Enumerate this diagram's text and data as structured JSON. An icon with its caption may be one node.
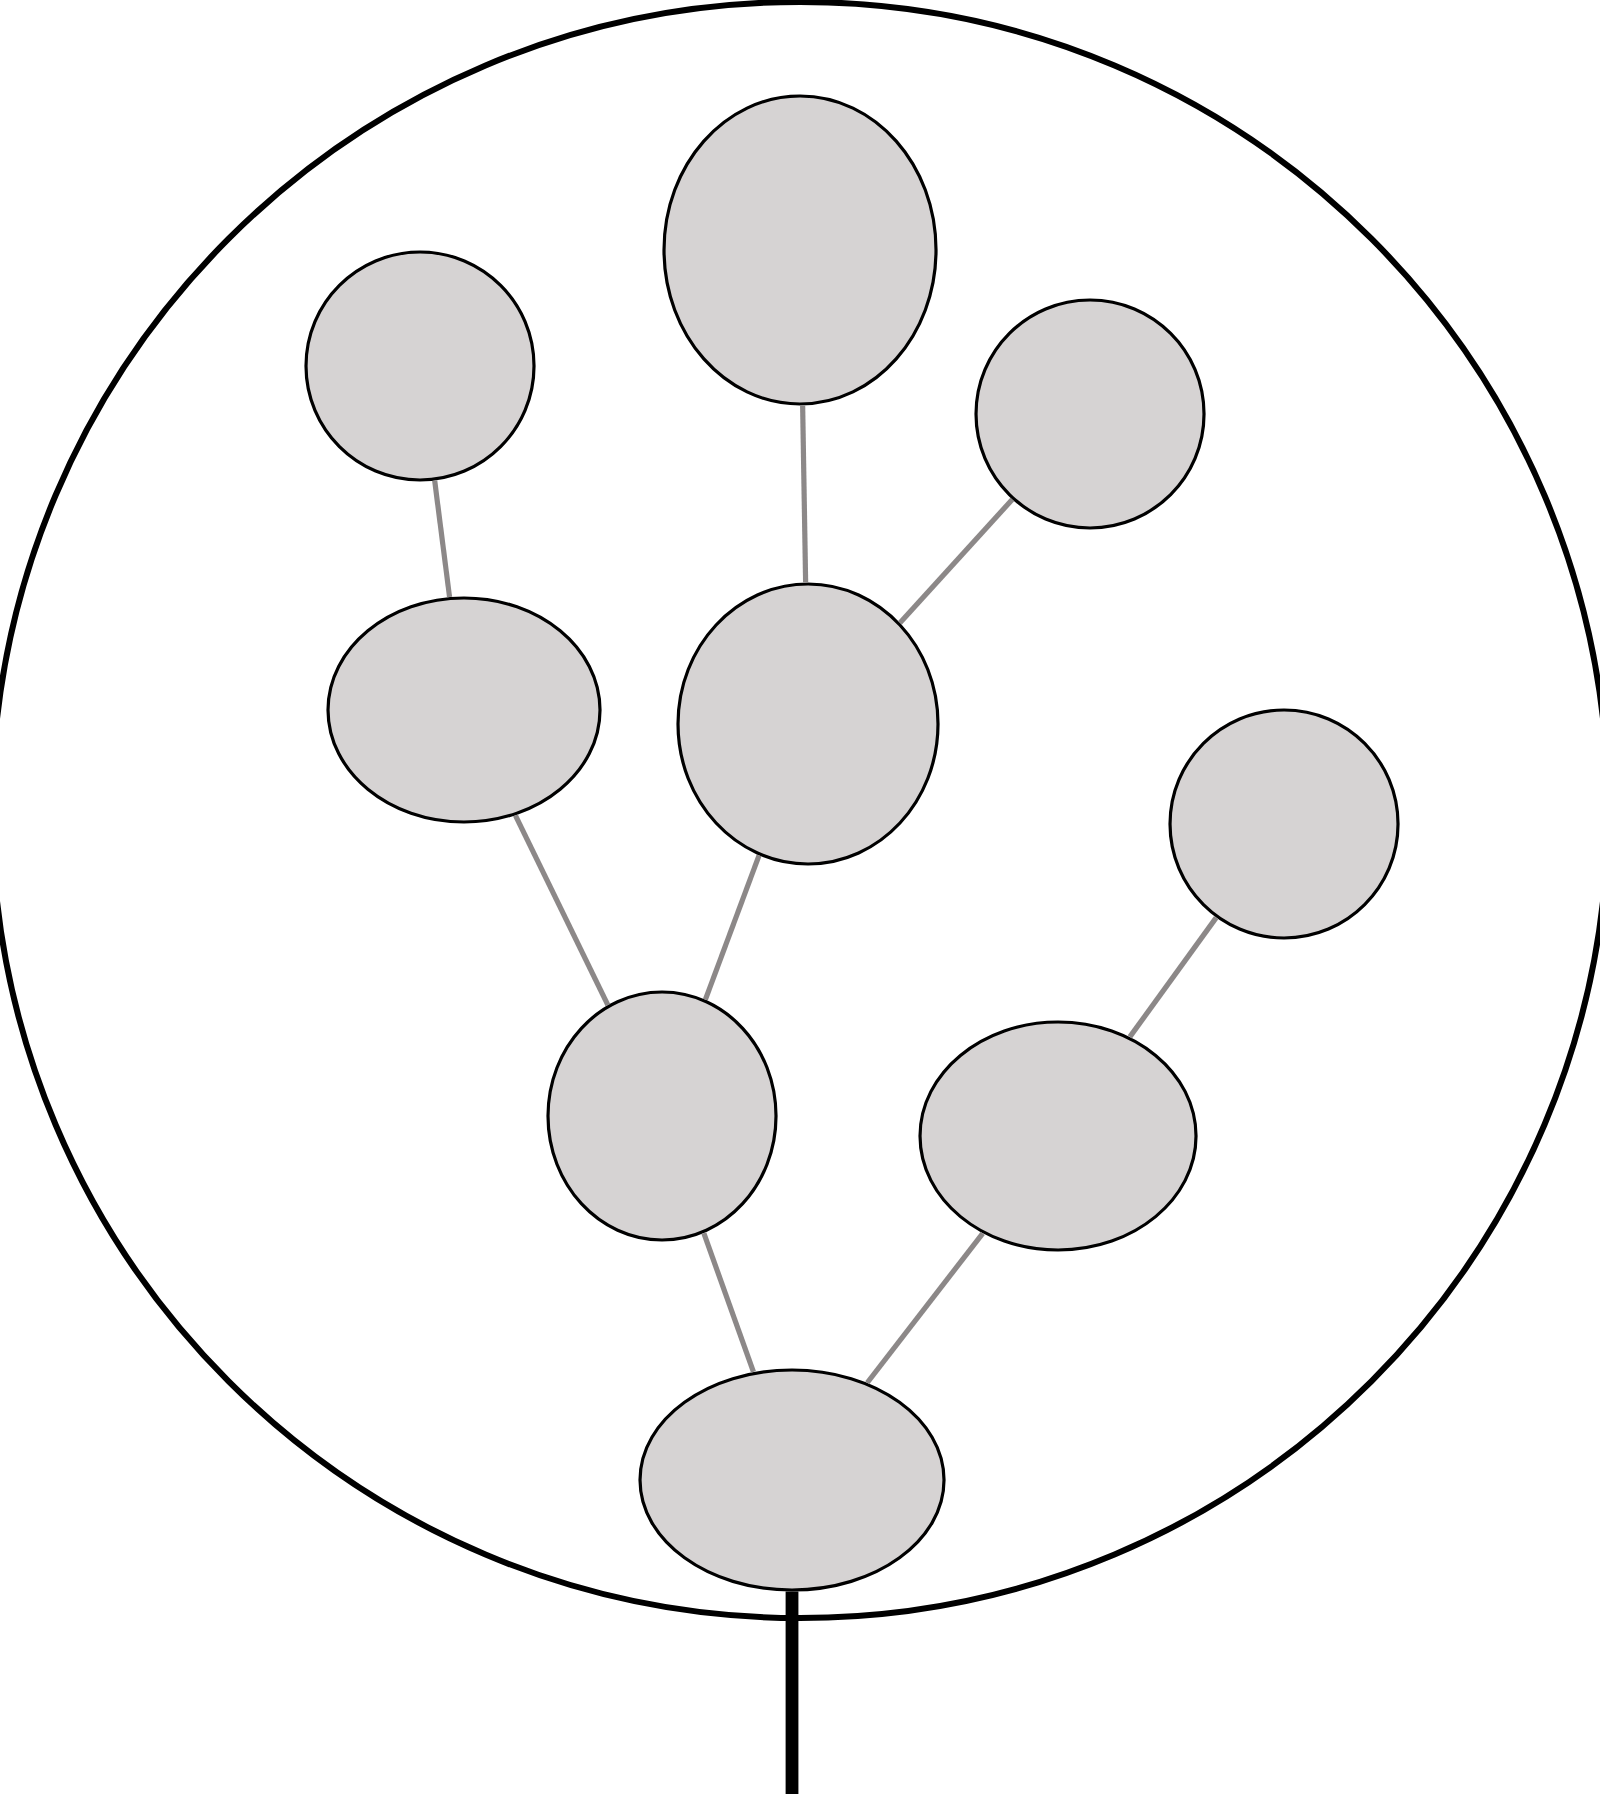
{
  "diagram": {
    "nodes": [
      {
        "text": [],
        "shape": "circle"
      },
      {
        "text": [],
        "shape": "circle",
        "in": 0
      },
      {
        "text": [],
        "shape": "ellipse",
        "in": 0
      },
      {
        "text": [],
        "shape": "circle",
        "in": 0
      },
      {
        "text": [],
        "shape": "ellipse",
        "in": 0
      },
      {
        "text": [],
        "shape": "ellipse",
        "in": 0
      },
      {
        "text": [],
        "shape": "circle",
        "in": 0
      },
      {
        "text": [],
        "shape": "ellipse",
        "in": 0
      },
      {
        "text": [],
        "shape": "ellipse",
        "in": 0
      },
      {
        "text": [],
        "shape": "ellipse",
        "in": 0
      }
    ],
    "edges": [
      {
        "from": 1,
        "to": 4,
        "arrow": "none"
      },
      {
        "from": 2,
        "to": 5,
        "arrow": "none"
      },
      {
        "from": 3,
        "to": 5,
        "arrow": "none"
      },
      {
        "from": 4,
        "to": 7,
        "arrow": "none"
      },
      {
        "from": 5,
        "to": 7,
        "arrow": "none"
      },
      {
        "from": 6,
        "to": 8,
        "arrow": "none"
      },
      {
        "from": 7,
        "to": 9,
        "arrow": "none"
      },
      {
        "from": 8,
        "to": 9,
        "arrow": "none"
      },
      {
        "from": 9,
        "to": null,
        "arrow": "none",
        "style": "thick",
        "color": "#000000"
      }
    ]
  }
}
